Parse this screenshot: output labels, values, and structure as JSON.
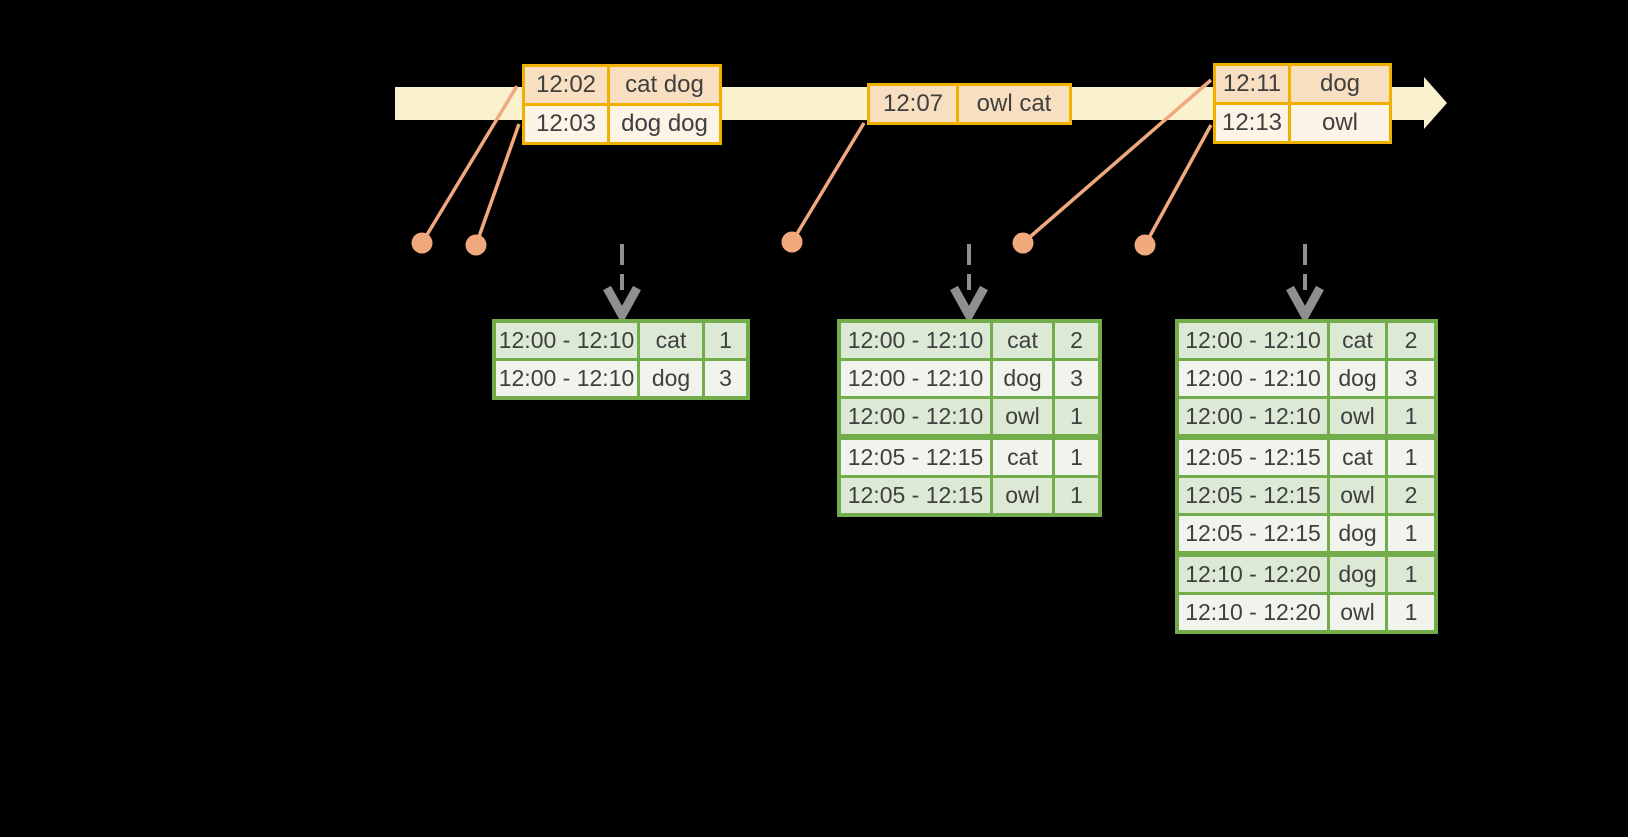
{
  "colors": {
    "background": "#000000",
    "band": "#FAF1CF",
    "gold": "#F0B000",
    "event_dark": "#F8DFC1",
    "event_light": "#FDF3E6",
    "salmon": "#EFA97C",
    "arrow_gray": "#8F8F8F",
    "green": "#73AC4B",
    "green_dark": "#DCE9D4",
    "green_light": "#F0F4EC",
    "text": "#3F3F3F"
  },
  "icons": {
    "timeline_arrowhead": "right-arrow-icon",
    "trigger_arrow": "down-dashed-arrow-icon",
    "event_marker": "dot-icon"
  },
  "timeline": {
    "event_tables": [
      {
        "rows": [
          {
            "time": "12:02",
            "words": "cat dog"
          },
          {
            "time": "12:03",
            "words": "dog dog"
          }
        ]
      },
      {
        "rows": [
          {
            "time": "12:07",
            "words": "owl cat"
          }
        ]
      },
      {
        "rows": [
          {
            "time": "12:11",
            "words": "dog"
          },
          {
            "time": "12:13",
            "words": "owl"
          }
        ]
      }
    ]
  },
  "result_tables": [
    {
      "rows": [
        {
          "window": "12:00 - 12:10",
          "word": "cat",
          "count": "1"
        },
        {
          "window": "12:00 - 12:10",
          "word": "dog",
          "count": "3"
        }
      ]
    },
    {
      "rows": [
        {
          "window": "12:00 - 12:10",
          "word": "cat",
          "count": "2"
        },
        {
          "window": "12:00 - 12:10",
          "word": "dog",
          "count": "3"
        },
        {
          "window": "12:00 - 12:10",
          "word": "owl",
          "count": "1"
        },
        {
          "window": "12:05 - 12:15",
          "word": "cat",
          "count": "1"
        },
        {
          "window": "12:05 - 12:15",
          "word": "owl",
          "count": "1"
        }
      ]
    },
    {
      "rows": [
        {
          "window": "12:00 - 12:10",
          "word": "cat",
          "count": "2"
        },
        {
          "window": "12:00 - 12:10",
          "word": "dog",
          "count": "3"
        },
        {
          "window": "12:00 - 12:10",
          "word": "owl",
          "count": "1"
        },
        {
          "window": "12:05 - 12:15",
          "word": "cat",
          "count": "1"
        },
        {
          "window": "12:05 - 12:15",
          "word": "owl",
          "count": "2"
        },
        {
          "window": "12:05 - 12:15",
          "word": "dog",
          "count": "1"
        },
        {
          "window": "12:10 - 12:20",
          "word": "dog",
          "count": "1"
        },
        {
          "window": "12:10 - 12:20",
          "word": "owl",
          "count": "1"
        }
      ]
    }
  ]
}
